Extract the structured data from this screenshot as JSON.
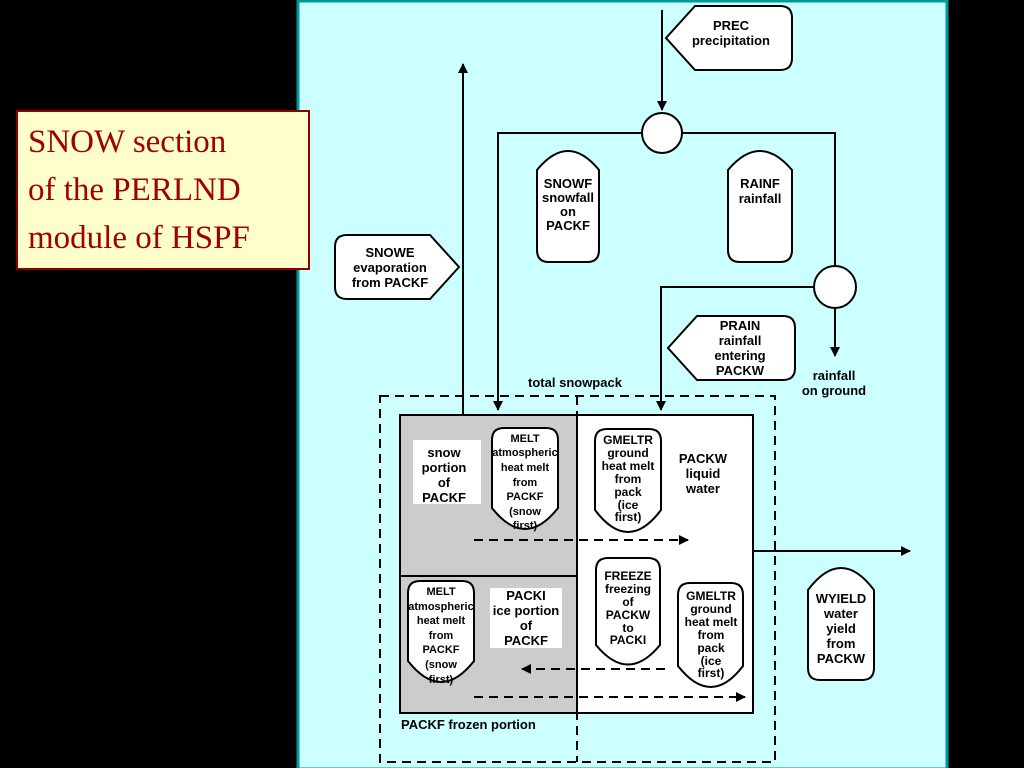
{
  "title": {
    "line1": "SNOW section",
    "line2": "of the PERLND",
    "line3": "module of HSPF"
  },
  "colors": {
    "panel": "#ccffff",
    "panel_border": "#009999",
    "title_bg": "#ffffcc",
    "title_text": "#a00000",
    "frozen_fill": "#cccccc"
  },
  "labels": {
    "prec": [
      "PREC",
      "precipitation"
    ],
    "snowf": [
      "SNOWF",
      "snowfall",
      "on",
      "PACKF"
    ],
    "rainf": [
      "RAINF",
      "rainfall"
    ],
    "snowe": [
      "SNOWE",
      "evaporation",
      "from PACKF"
    ],
    "prain": [
      "PRAIN",
      "rainfall",
      "entering",
      "PACKW"
    ],
    "rainfall_ground": [
      "rainfall",
      "on ground"
    ],
    "total_snowpack": "total snowpack",
    "snow_portion": [
      "snow",
      "portion",
      "of",
      "PACKF"
    ],
    "melt_top": [
      "MELT",
      "atmospheric",
      "heat melt",
      "from",
      "PACKF",
      "(snow",
      "first)"
    ],
    "gmeltr_top": [
      "GMELTR",
      "ground",
      "heat melt",
      "from",
      "pack",
      "(ice",
      "first)"
    ],
    "packw": [
      "PACKW",
      "liquid",
      "water"
    ],
    "melt_bottom": [
      "MELT",
      "atmospheric",
      "heat melt",
      "from",
      "PACKF",
      "(snow",
      "first)"
    ],
    "packi": [
      "PACKI",
      "ice portion",
      "of",
      "PACKF"
    ],
    "freeze": [
      "FREEZE",
      "freezing",
      "of",
      "PACKW",
      "to",
      "PACKI"
    ],
    "gmeltr_bottom": [
      "GMELTR",
      "ground",
      "heat melt",
      "from",
      "pack",
      "(ice",
      "first)"
    ],
    "wyield": [
      "WYIELD",
      "water",
      "yield",
      "from",
      "PACKW"
    ],
    "packf_frozen": "PACKF frozen portion"
  }
}
